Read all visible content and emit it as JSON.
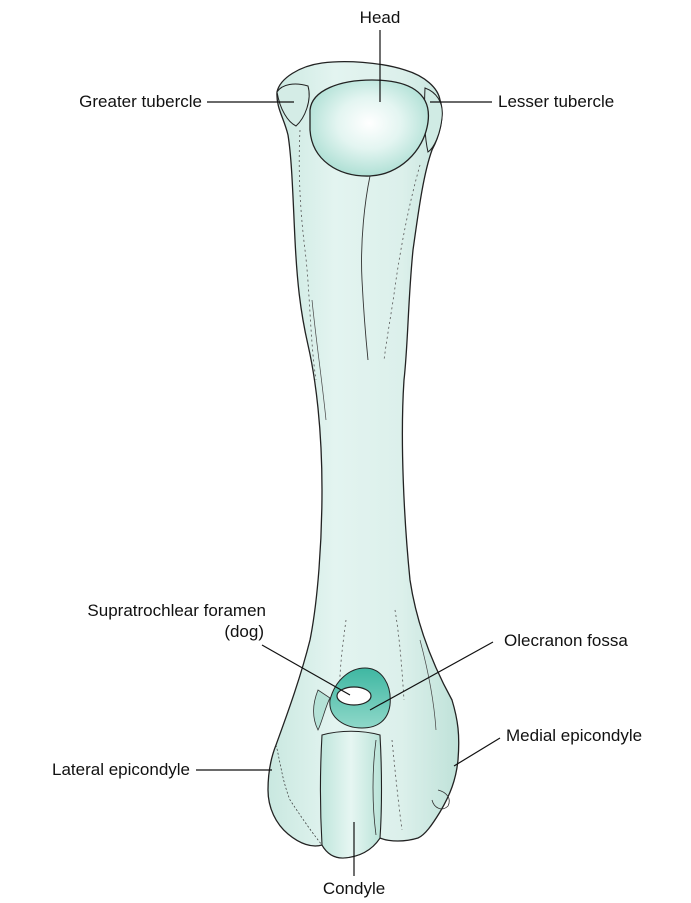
{
  "labels": {
    "head": "Head",
    "greater_tubercle": "Greater tubercle",
    "lesser_tubercle": "Lesser tubercle",
    "supratrochlear_foramen": "Supratrochlear foramen",
    "supratrochlear_foramen_note": "(dog)",
    "olecranon_fossa": "Olecranon fossa",
    "lateral_epicondyle": "Lateral epicondyle",
    "medial_epicondyle": "Medial epicondyle",
    "condyle": "Condyle"
  },
  "colors": {
    "bone_fill": "#dcefea",
    "bone_shade": "#bfe3da",
    "head_fill": "#e8f6f3",
    "fossa_fill": "#5cc5b2",
    "outline": "#222222",
    "leader_line": "#111111"
  }
}
